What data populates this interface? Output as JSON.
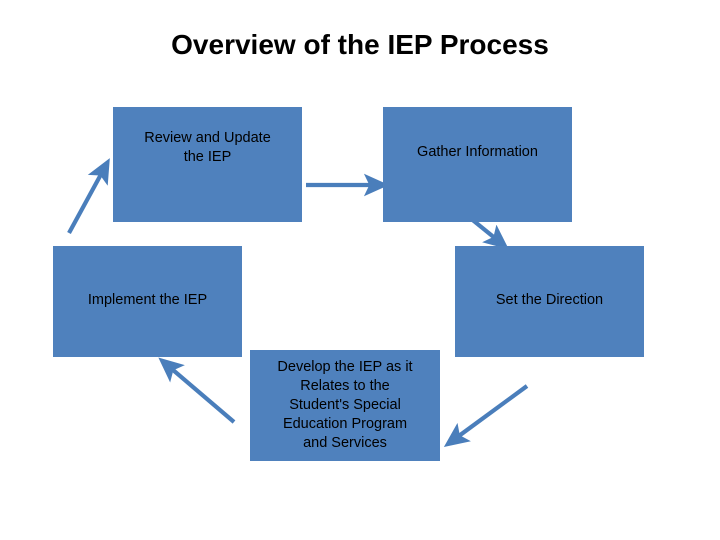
{
  "slide": {
    "title": "Overview of the IEP Process",
    "background_color": "#FFFFFF",
    "box_fill_color": "#4F81BD",
    "arrow_color": "#4A7EBB",
    "text_color": "#000000"
  },
  "boxes": [
    {
      "id": "review",
      "label": "Review and Update\nthe IEP"
    },
    {
      "id": "gather",
      "label": "Gather Information"
    },
    {
      "id": "direction",
      "label": "Set the Direction"
    },
    {
      "id": "develop",
      "label": "Develop the IEP as it\nRelates to the\nStudent's Special\nEducation Program\nand Services"
    },
    {
      "id": "implement",
      "label": "Implement the IEP"
    }
  ],
  "arrows": [
    {
      "id": "implement-to-review",
      "from": "implement",
      "to": "review",
      "direction": "up-right"
    },
    {
      "id": "review-to-gather",
      "from": "review",
      "to": "gather",
      "direction": "right"
    },
    {
      "id": "gather-to-direction",
      "from": "gather",
      "to": "direction",
      "direction": "down-right"
    },
    {
      "id": "direction-to-develop",
      "from": "direction",
      "to": "develop",
      "direction": "down-left"
    },
    {
      "id": "develop-to-implement",
      "from": "develop",
      "to": "implement",
      "direction": "up-left"
    }
  ]
}
